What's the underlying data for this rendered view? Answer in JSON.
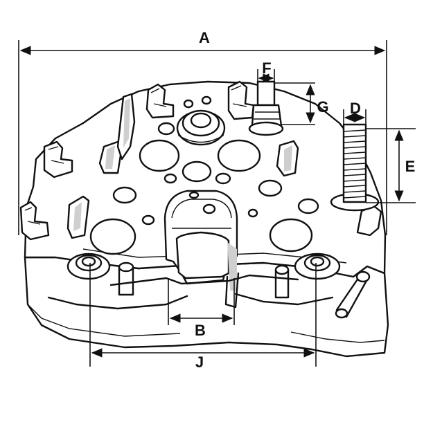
{
  "diagram": {
    "dimension_labels": {
      "a": "A",
      "b": "B",
      "d": "D",
      "e": "E",
      "f": "F",
      "g": "G",
      "j": "J"
    }
  }
}
